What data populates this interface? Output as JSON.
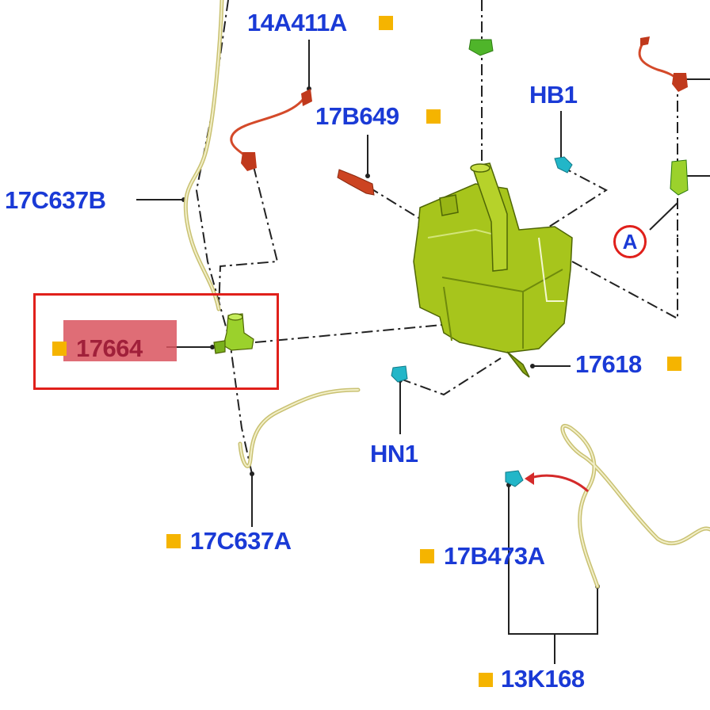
{
  "colors": {
    "label": "#1a3ad6",
    "highlight_label": "#a0203a",
    "marker": "#f5b400",
    "highlight_border": "#e0201b",
    "highlight_fill": "#d9545e",
    "tank": "#a7c51c",
    "tank_dark": "#6f8a0c",
    "hose": "#d9d28a",
    "red_part": "#d44a2a",
    "clip_green": "#4fb52a",
    "clip_cyan": "#22b6c8",
    "leader": "#222222"
  },
  "labels": {
    "p14A411A": "14A411A",
    "p17B649": "17B649",
    "hb1": "HB1",
    "p17C637B": "17C637B",
    "p17664": "17664",
    "p17618": "17618",
    "hn1": "HN1",
    "p17C637A": "17C637A",
    "p17B473A": "17B473A",
    "p13K168": "13K168"
  },
  "reference": {
    "view_letter": "A"
  },
  "icons": {
    "marker": "square-marker-icon"
  }
}
